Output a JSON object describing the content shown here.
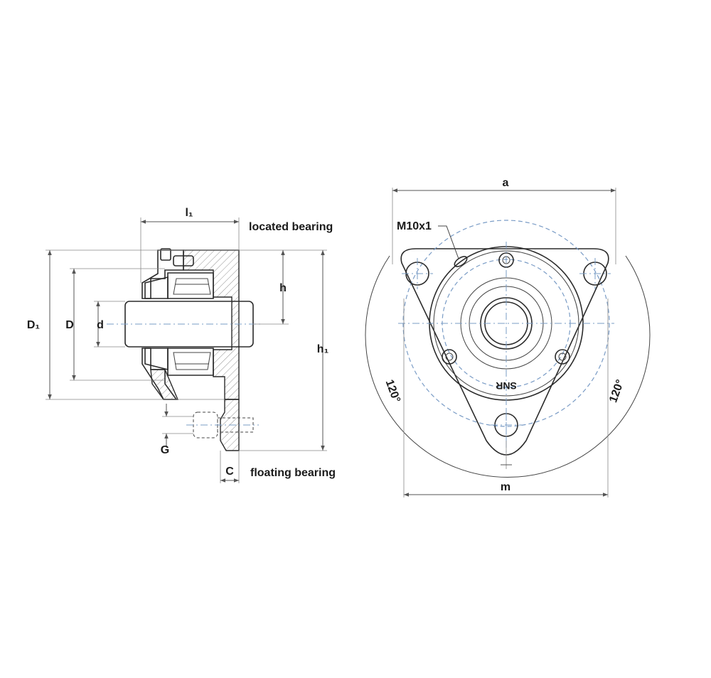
{
  "side_view": {
    "labels": {
      "l1": "l₁",
      "D1": "D₁",
      "D": "D",
      "d": "d",
      "h": "h",
      "h1": "h₁",
      "G": "G",
      "C": "C"
    },
    "notes": {
      "located": "located bearing",
      "floating": "floating bearing"
    }
  },
  "front_view": {
    "labels": {
      "a": "a",
      "m": "m",
      "thread": "M10x1",
      "angle_left": "120°",
      "angle_right": "120°",
      "brand": "SNR"
    }
  },
  "colors": {
    "line": "#2b2b2b",
    "centerline": "#7a9cc6",
    "dimension": "#555555"
  }
}
